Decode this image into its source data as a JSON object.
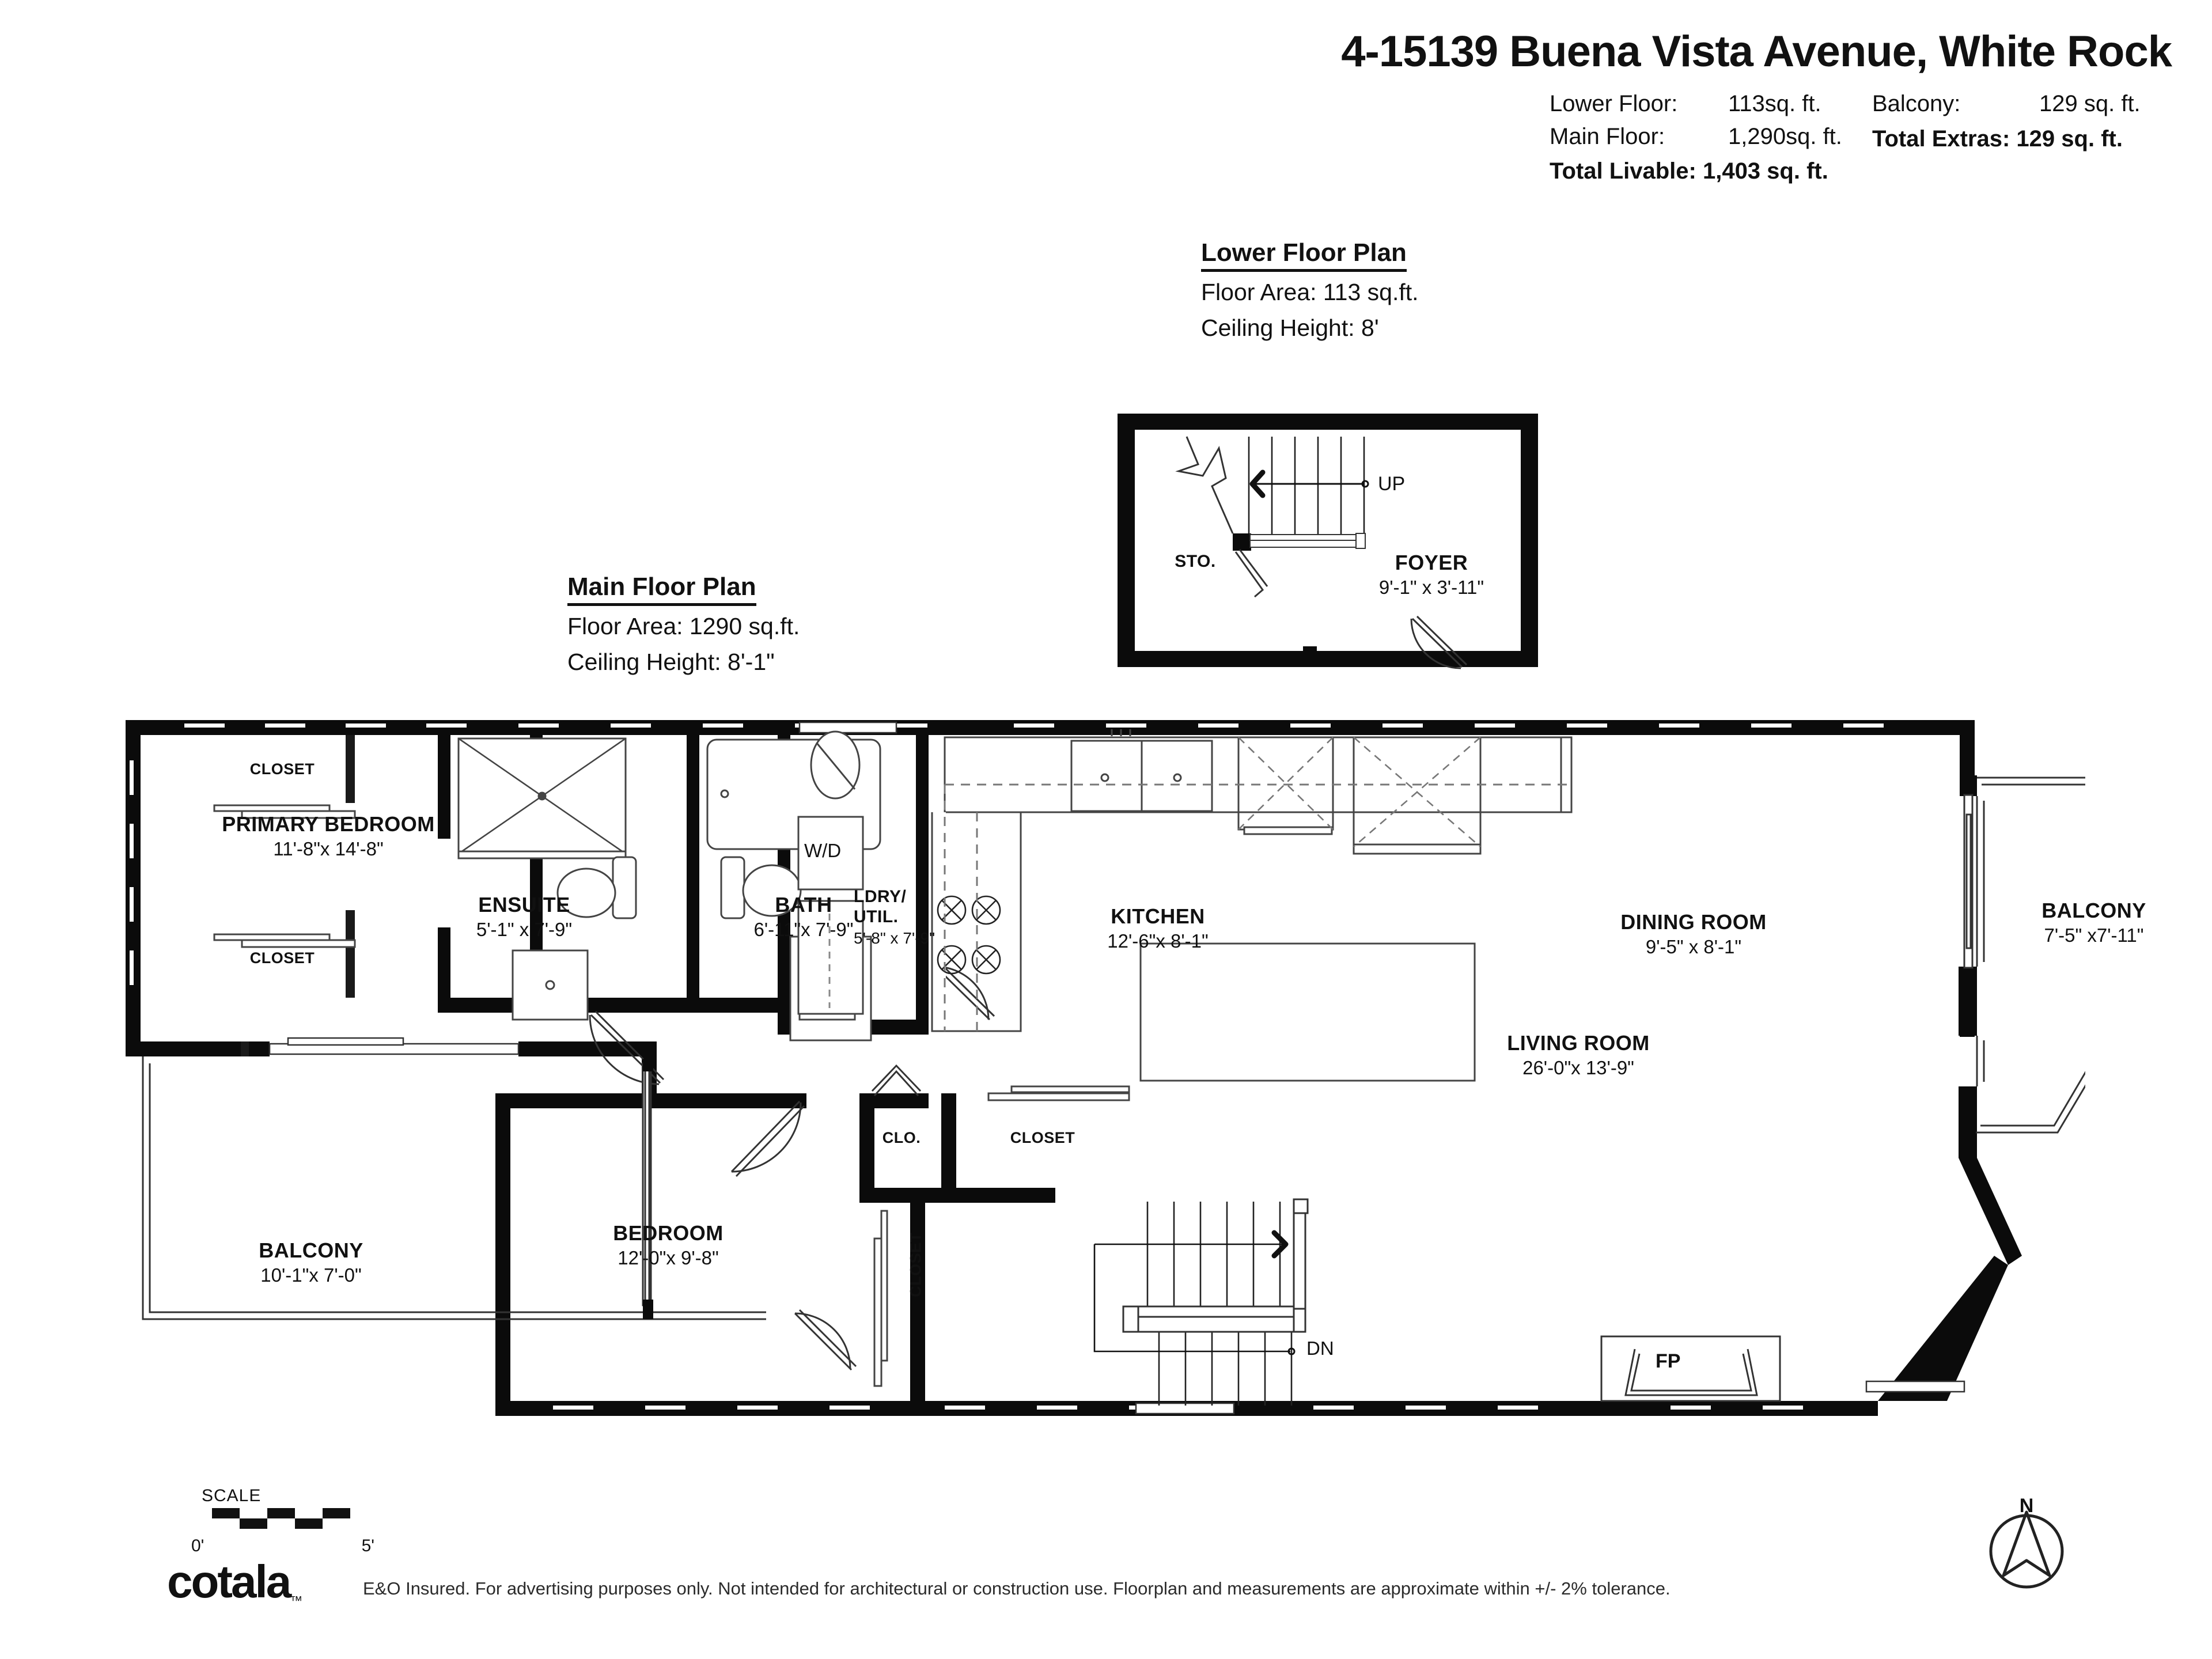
{
  "header": {
    "title": "4-15139 Buena Vista Avenue, White Rock",
    "summary_left": [
      {
        "key": "Lower Floor:",
        "value": "113sq. ft."
      },
      {
        "key": "Main Floor:",
        "value": "1,290sq. ft."
      }
    ],
    "summary_right": [
      {
        "key": "Balcony:",
        "value": "129 sq. ft."
      }
    ],
    "total_livable": "Total Livable: 1,403 sq. ft.",
    "total_extras": "Total Extras: 129 sq. ft."
  },
  "lower_plan": {
    "heading": "Lower Floor Plan",
    "floor_area": "Floor Area: 113 sq.ft.",
    "ceiling_height": "Ceiling Height: 8'",
    "rooms": [
      {
        "name": "STO.",
        "dim": ""
      },
      {
        "name": "FOYER",
        "dim": "9'-1\" x 3'-11\""
      }
    ],
    "markers": [
      {
        "label": "UP"
      }
    ]
  },
  "main_plan": {
    "heading": "Main Floor Plan",
    "floor_area": "Floor Area: 1290 sq.ft.",
    "ceiling_height": "Ceiling Height: 8'-1\"",
    "rooms": [
      {
        "name": "PRIMARY BEDROOM",
        "dim": "11'-8\"x 14'-8\""
      },
      {
        "name": "CLOSET",
        "dim": ""
      },
      {
        "name": "CLOSET",
        "dim": ""
      },
      {
        "name": "ENSUITE",
        "dim": "5'-1\" x  7'-9\""
      },
      {
        "name": "BATH",
        "dim": "6'-11\"x 7'-9\""
      },
      {
        "name": "LDRY/ UTIL.",
        "dim": "5'-8\" x 7'-9\""
      },
      {
        "name": "KITCHEN",
        "dim": "12'-6\"x 8'-1\""
      },
      {
        "name": "DINING ROOM",
        "dim": "9'-5\" x 8'-1\""
      },
      {
        "name": "BALCONY",
        "dim": "7'-5\" x7'-11\""
      },
      {
        "name": "LIVING ROOM",
        "dim": "26'-0\"x 13'-9\""
      },
      {
        "name": "BEDROOM",
        "dim": "12'-0\"x 9'-8\""
      },
      {
        "name": "BALCONY",
        "dim": "10'-1\"x 7'-0\""
      },
      {
        "name": "CLO.",
        "dim": ""
      },
      {
        "name": "CLOSET",
        "dim": ""
      },
      {
        "name": "CLOSET",
        "dim": ""
      }
    ],
    "appliances": [
      {
        "label": "W/D"
      },
      {
        "label": "FP"
      }
    ],
    "markers": [
      {
        "label": "DN"
      }
    ]
  },
  "footer": {
    "scale_label": "SCALE",
    "scale_start": "0'",
    "scale_end": "5'",
    "logo": "cotala",
    "logo_tm": "™",
    "disclaimer": "E&O Insured. For advertising purposes only. Not intended for architectural or construction use. Floorplan and measurements are approximate within +/- 2% tolerance.",
    "compass_label": "N"
  }
}
